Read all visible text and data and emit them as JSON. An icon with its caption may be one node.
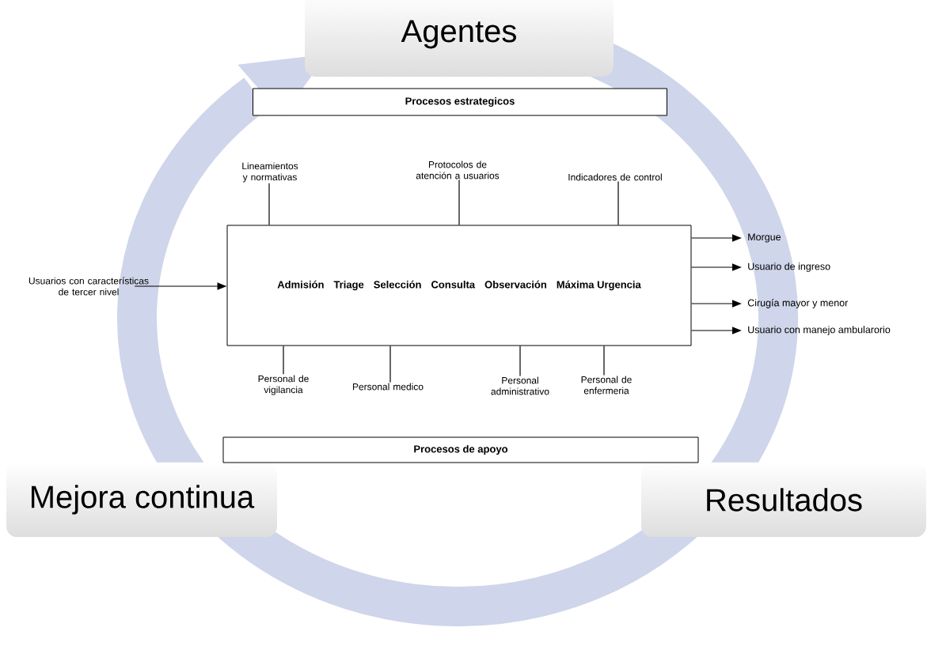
{
  "diagram": {
    "nodes": [
      {
        "text": [
          "Agentes"
        ]
      },
      {
        "text": [
          "Mejora continua"
        ]
      },
      {
        "text": [
          "Resultados"
        ]
      },
      {
        "text": [
          "Procesos estrategicos"
        ]
      },
      {
        "text": [
          "Admisión",
          "Triage",
          "Selección",
          "Consulta",
          "Observación",
          "Máxima Urgencia"
        ]
      },
      {
        "text": [
          "Procesos de apoyo"
        ]
      },
      {
        "text": [
          "Usuarios con características de tercer nivel"
        ]
      },
      {
        "text": [
          "Lineamientos y normativas"
        ]
      },
      {
        "text": [
          "Protocolos de atención a usuarios"
        ]
      },
      {
        "text": [
          "Indicadores de control"
        ]
      },
      {
        "text": [
          "Personal de vigilancia"
        ]
      },
      {
        "text": [
          "Personal medico"
        ]
      },
      {
        "text": [
          "Personal administrativo"
        ]
      },
      {
        "text": [
          "Personal de enfermeria"
        ]
      },
      {
        "text": [
          "Morgue"
        ]
      },
      {
        "text": [
          "Usuario de ingreso"
        ]
      },
      {
        "text": [
          "Cirugía mayor y menor"
        ]
      },
      {
        "text": [
          "Usuario con manejo ambularorio"
        ]
      }
    ],
    "edges": [
      {
        "from": 6,
        "to": 4,
        "arrow": "to"
      },
      {
        "from": 7,
        "to": 4,
        "arrow": "none"
      },
      {
        "from": 8,
        "to": 4,
        "arrow": "none"
      },
      {
        "from": 9,
        "to": 4,
        "arrow": "none"
      },
      {
        "from": 10,
        "to": 4,
        "arrow": "none"
      },
      {
        "from": 11,
        "to": 4,
        "arrow": "none"
      },
      {
        "from": 12,
        "to": 4,
        "arrow": "none"
      },
      {
        "from": 13,
        "to": 4,
        "arrow": "none"
      },
      {
        "from": 4,
        "to": 14,
        "arrow": "to"
      },
      {
        "from": 4,
        "to": 15,
        "arrow": "to"
      },
      {
        "from": 4,
        "to": 16,
        "arrow": "to"
      },
      {
        "from": 4,
        "to": 17,
        "arrow": "to"
      }
    ]
  }
}
